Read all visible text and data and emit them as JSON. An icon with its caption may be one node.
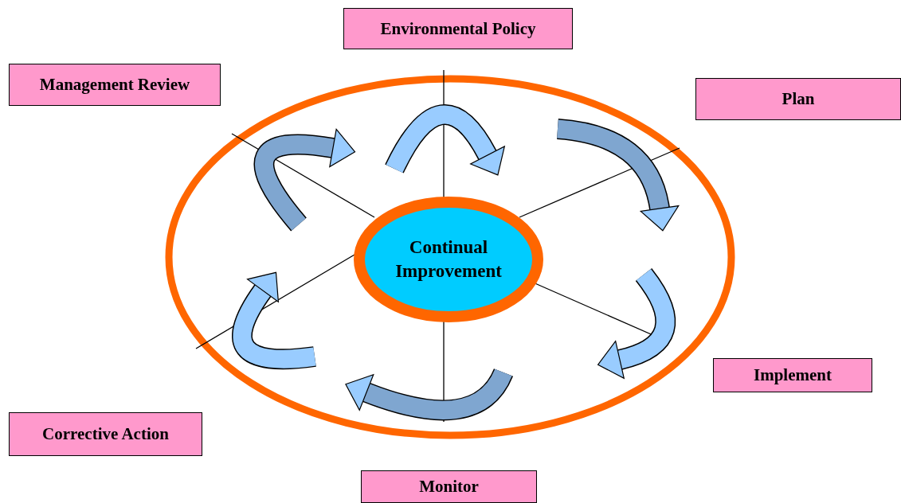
{
  "diagram": {
    "nodes": [
      {
        "text": [
          "Environmental Policy"
        ]
      },
      {
        "text": [
          "Management Review"
        ]
      },
      {
        "text": [
          "Plan"
        ]
      },
      {
        "text": [
          "Continual Improvement"
        ]
      },
      {
        "text": [
          "Implement"
        ]
      },
      {
        "text": [
          "Corrective Action"
        ]
      },
      {
        "text": [
          "Monitor"
        ]
      }
    ],
    "edges": []
  }
}
